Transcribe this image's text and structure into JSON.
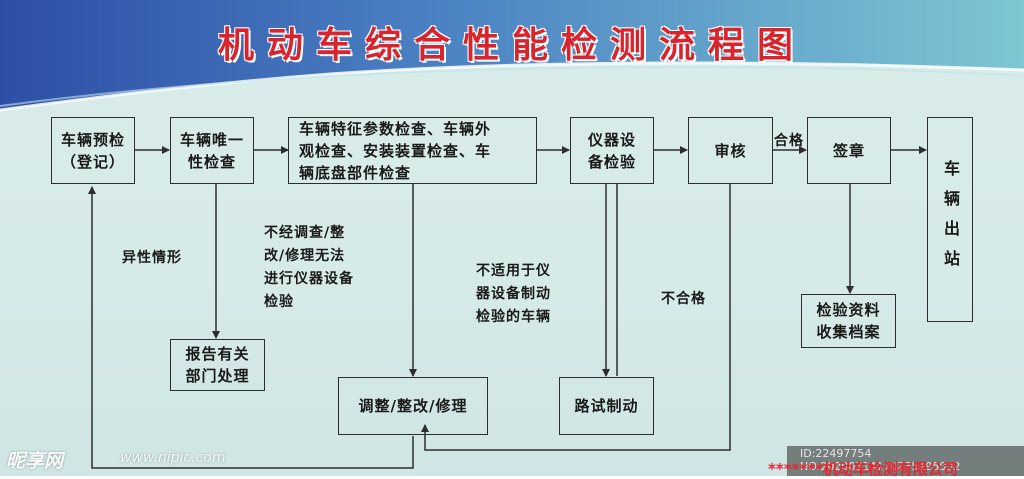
{
  "title": "机动车综合性能检测流程图",
  "boxes": {
    "pre_check": "车辆预检\n（登记）",
    "unique_check": "车辆唯一\n性检查",
    "param_check": "车辆特征参数检查、车辆外\n观检查、安装装置检查、车\n辆底盘部件检查",
    "instrument_check": "仪器设\n备检验",
    "review": "审核",
    "stamp": "签章",
    "exit": "车辆出站",
    "report": "报告有关\n部门处理",
    "adjust": "调整/整改/修理",
    "road_test": "路试制动",
    "archive": "检验资料\n收集档案"
  },
  "labels": {
    "abnormal": "异性情形",
    "no_adjust": "不经调查/整\n改/修理无法\n进行仪器设备\n检验",
    "not_applicable": "不适用于仪\n器设备制动\n检验的车辆",
    "fail": "不合格",
    "pass": "合格"
  },
  "watermark": {
    "logo": "昵享网",
    "url": "www.nipic.com",
    "id": "ID:22497754 NO:20200314170235195032",
    "company": "*******机动车检测有限公司"
  },
  "colors": {
    "title": "#d8242c",
    "banner_dark": "#2f4fa6",
    "banner_light": "#7ac6d1",
    "background": "#d9ecea",
    "line": "#2d2d2d",
    "company": "#e8262e"
  }
}
